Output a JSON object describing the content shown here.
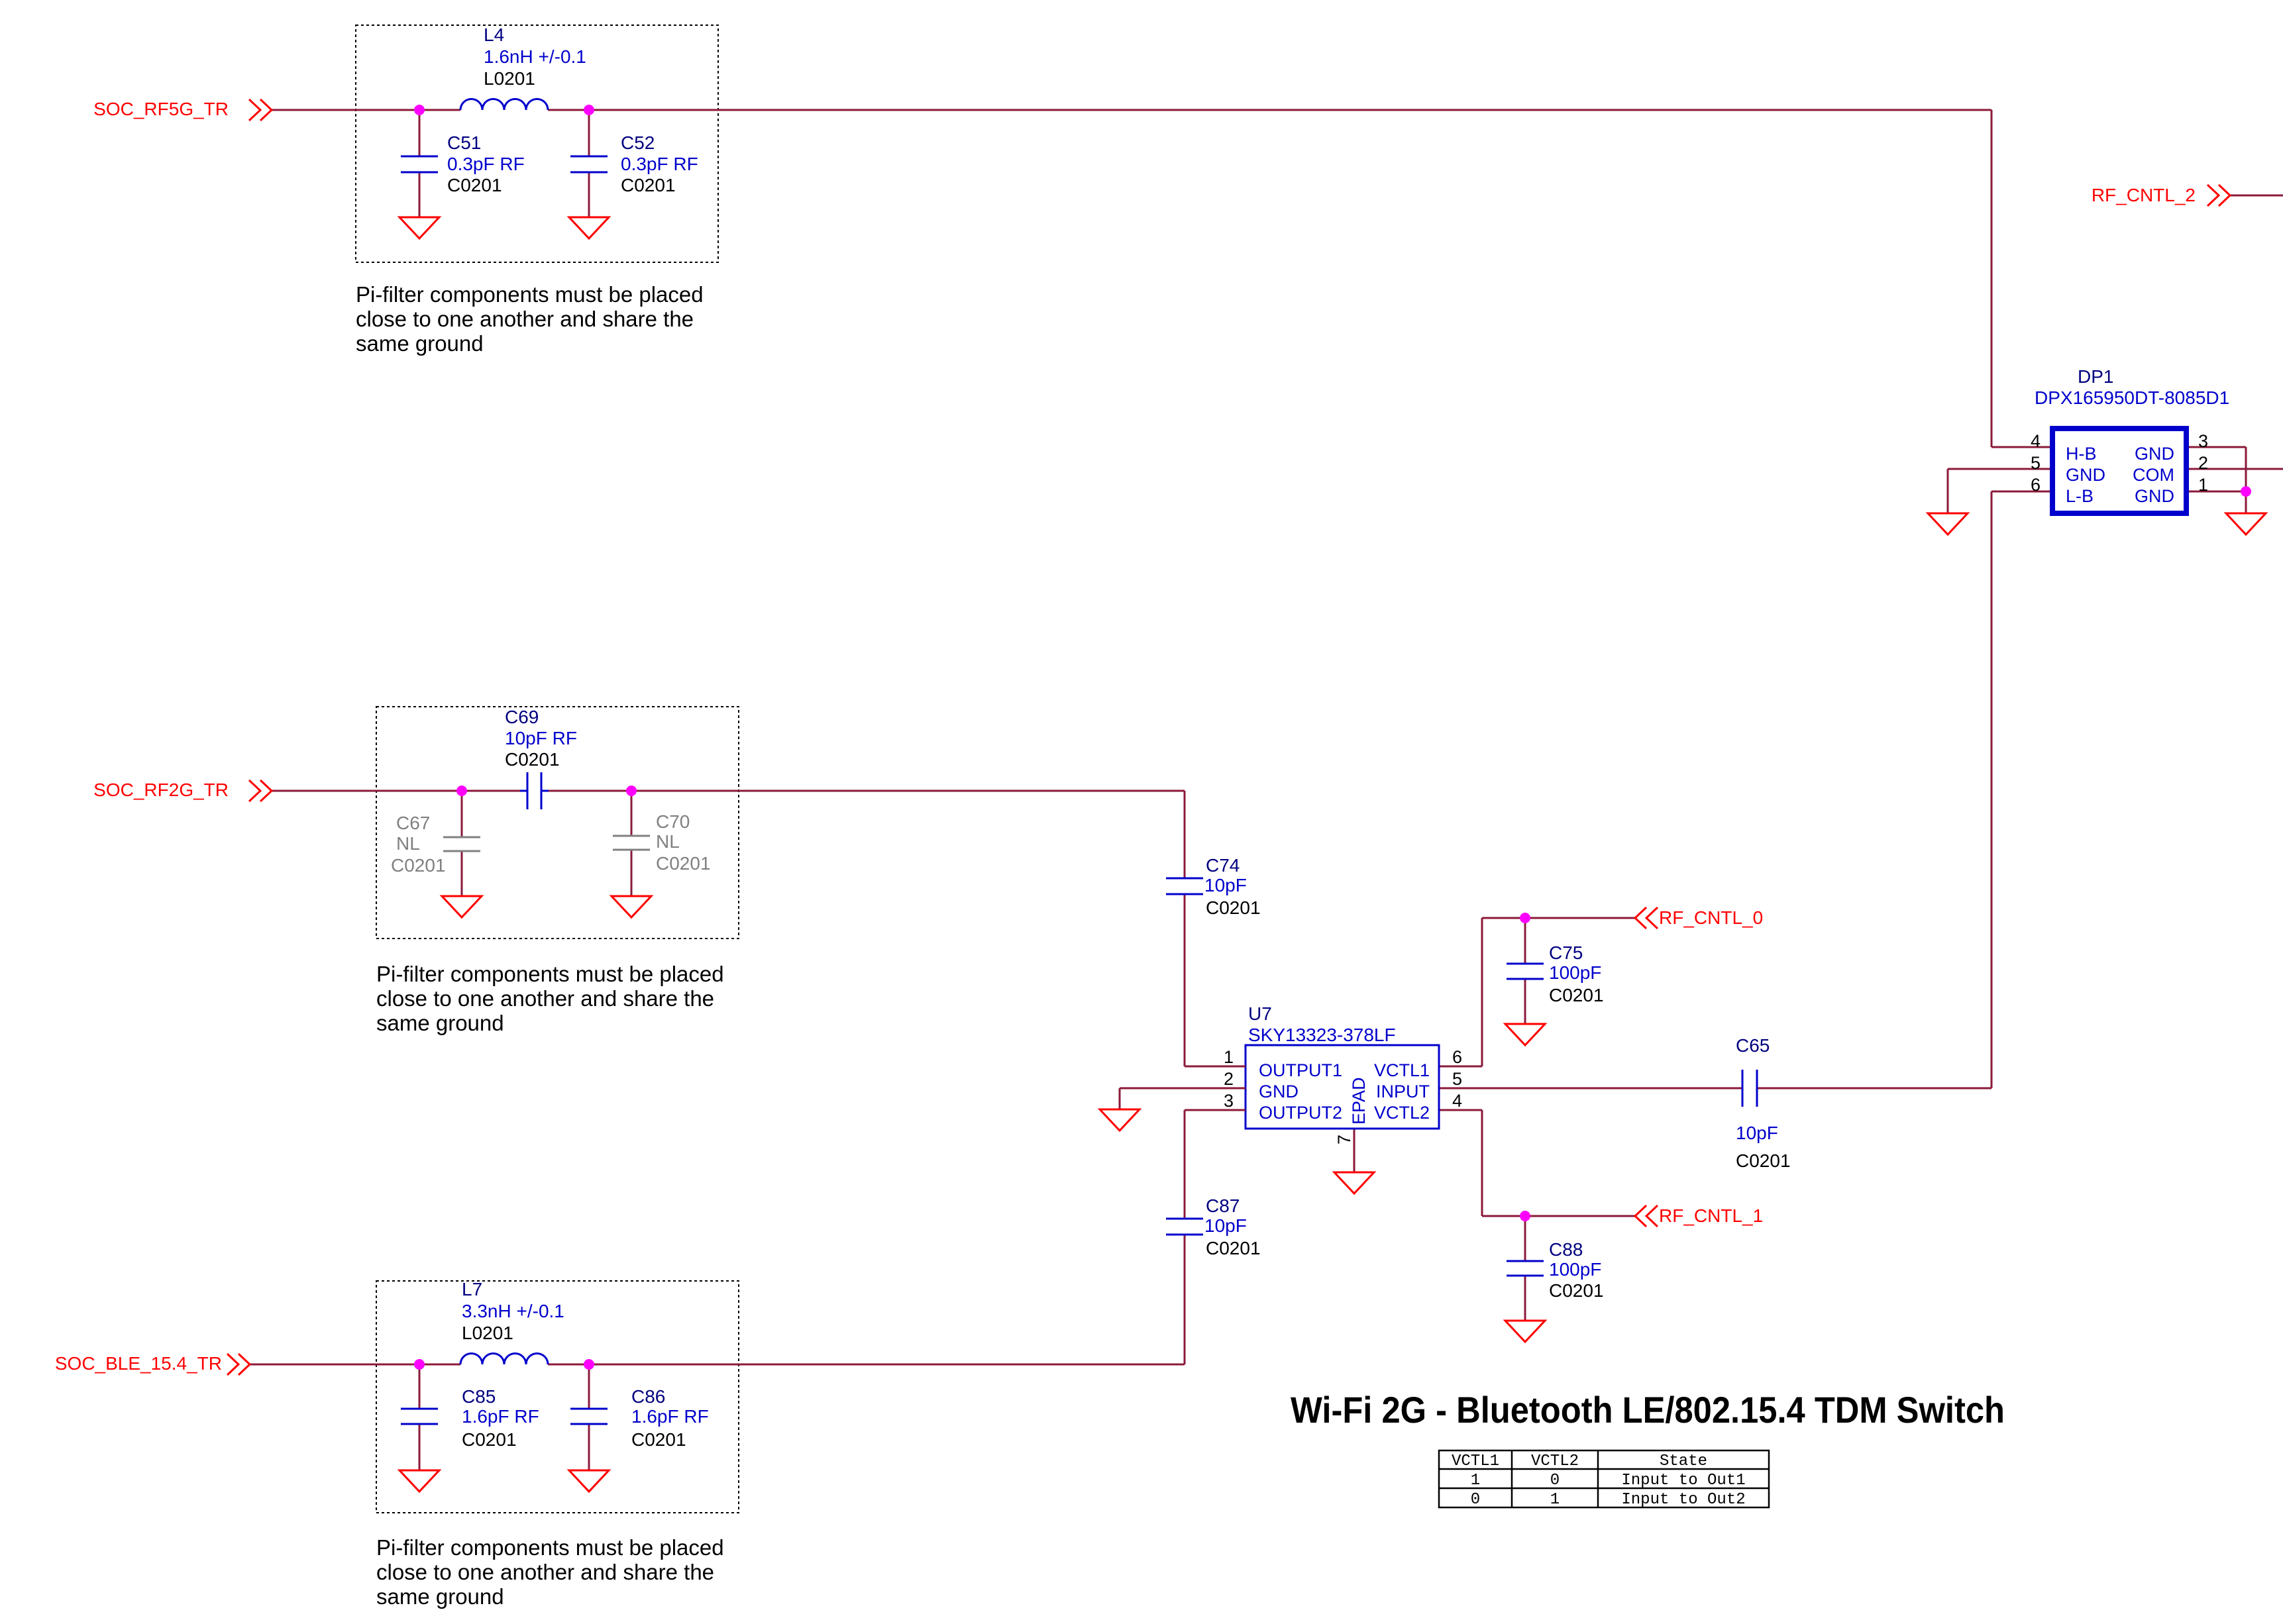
{
  "title": "Wi-Fi 2G - Bluetooth LE/802.15.4  TDM Switch",
  "colors": {
    "wire": "#8b1a3a",
    "port": "#ff0000",
    "ground": "#ff0000",
    "part": "#0000cc",
    "ref": "#000080",
    "nl": "#808080",
    "junction": "#ff00ff",
    "note": "#000000",
    "box": "#000000"
  },
  "ports": {
    "soc_rf5g": "SOC_RF5G_TR",
    "soc_rf2g": "SOC_RF2G_TR",
    "soc_ble": "SOC_BLE_15.4_TR",
    "rf_cntl_2": "RF_CNTL_2",
    "rf_cntl_0": "RF_CNTL_0",
    "rf_cntl_1": "RF_CNTL_1"
  },
  "notes": {
    "pi1": [
      "Pi-filter components must be placed",
      "close to one another and share the",
      "same ground"
    ],
    "pi2": [
      "Pi-filter components must be placed",
      "close to one another and share the",
      "same ground"
    ],
    "pi3": [
      "Pi-filter components must be placed",
      "close to one another and share the",
      "same ground"
    ]
  },
  "parts": {
    "L4": {
      "ref": "L4",
      "value": "1.6nH +/-0.1",
      "pkg": "L0201"
    },
    "C51": {
      "ref": "C51",
      "value": "0.3pF RF",
      "pkg": "C0201"
    },
    "C52": {
      "ref": "C52",
      "value": "0.3pF RF",
      "pkg": "C0201"
    },
    "C69": {
      "ref": "C69",
      "value": "10pF RF",
      "pkg": "C0201"
    },
    "C67": {
      "ref": "C67",
      "value": "NL",
      "pkg": "C0201"
    },
    "C70": {
      "ref": "C70",
      "value": "NL",
      "pkg": "C0201"
    },
    "C74": {
      "ref": "C74",
      "value": "10pF",
      "pkg": "C0201"
    },
    "C87": {
      "ref": "C87",
      "value": "10pF",
      "pkg": "C0201"
    },
    "L7": {
      "ref": "L7",
      "value": "3.3nH +/-0.1",
      "pkg": "L0201"
    },
    "C85": {
      "ref": "C85",
      "value": "1.6pF RF",
      "pkg": "C0201"
    },
    "C86": {
      "ref": "C86",
      "value": "1.6pF RF",
      "pkg": "C0201"
    },
    "C75": {
      "ref": "C75",
      "value": "100pF",
      "pkg": "C0201"
    },
    "C88": {
      "ref": "C88",
      "value": "100pF",
      "pkg": "C0201"
    },
    "C65": {
      "ref": "C65",
      "value": "10pF",
      "pkg": "C0201"
    },
    "U7": {
      "ref": "U7",
      "value": "SKY13323-378LF"
    },
    "DP1": {
      "ref": "DP1",
      "value": "DPX165950DT-8085D1"
    }
  },
  "u7_pins": {
    "left": [
      {
        "num": "1",
        "name": "OUTPUT1"
      },
      {
        "num": "2",
        "name": "GND"
      },
      {
        "num": "3",
        "name": "OUTPUT2"
      }
    ],
    "right": [
      {
        "num": "6",
        "name": "VCTL1"
      },
      {
        "num": "5",
        "name": "INPUT"
      },
      {
        "num": "4",
        "name": "VCTL2"
      }
    ],
    "epad": {
      "num": "7",
      "name": "EPAD"
    }
  },
  "dp1_pins": {
    "left": [
      {
        "num": "4",
        "name": "H-B"
      },
      {
        "num": "5",
        "name": "GND"
      },
      {
        "num": "6",
        "name": "L-B"
      }
    ],
    "right": [
      {
        "num": "3",
        "name": "GND"
      },
      {
        "num": "2",
        "name": "COM"
      },
      {
        "num": "1",
        "name": "GND"
      }
    ]
  },
  "truth_table": {
    "headers": [
      "VCTL1",
      "VCTL2",
      "State"
    ],
    "rows": [
      [
        "1",
        "0",
        "Input to Out1"
      ],
      [
        "0",
        "1",
        "Input to Out2"
      ]
    ]
  }
}
